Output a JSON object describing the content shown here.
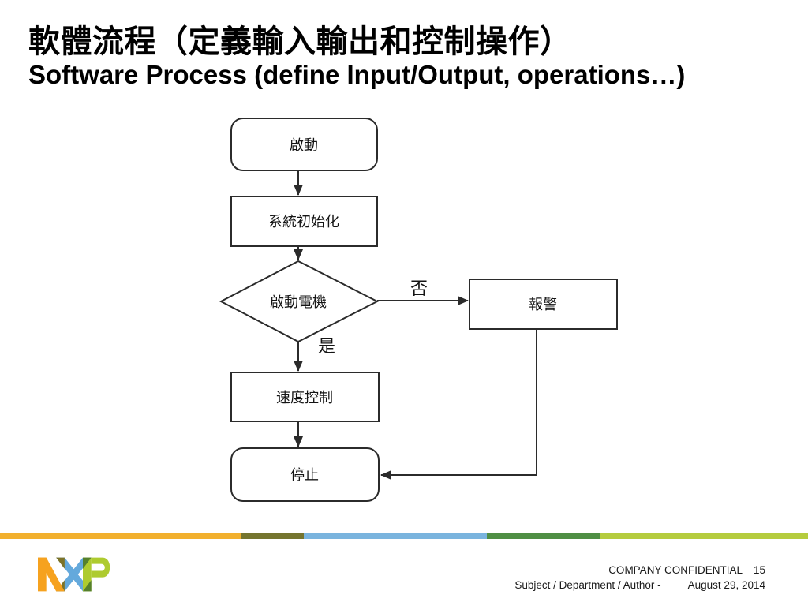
{
  "slide": {
    "title_zh": "軟體流程（定義輸入輸出和控制操作）",
    "title_en": "Software Process (define Input/Output, operations…)"
  },
  "flowchart": {
    "start": "啟動",
    "init": "系統初始化",
    "decision": "啟動電機",
    "no_label": "否",
    "yes_label": "是",
    "alarm": "報警",
    "speed": "速度控制",
    "stop": "停止"
  },
  "footer": {
    "confidential": "COMPANY CONFIDENTIAL",
    "page_number": "15",
    "subject_line": "Subject / Department / Author -",
    "date": "August 29, 2014",
    "logo_text": "NXP",
    "bar_colors": {
      "orange": "#F2B02E",
      "olive": "#75752F",
      "blue": "#7AB4DE",
      "green": "#4F8F44",
      "lime": "#B5CC3E"
    },
    "logo_colors": {
      "n": "#F6A21F",
      "x": "#64A9DC",
      "p": "#AECB2F",
      "nx_overlap": "#7C7328",
      "xp_overlap": "#55802C"
    }
  }
}
